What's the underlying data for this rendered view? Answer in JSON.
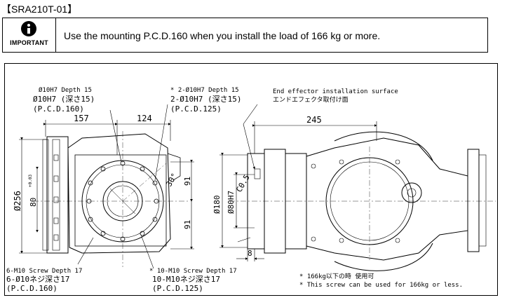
{
  "title": "【SRA210T-01】",
  "notice": {
    "badge": "IMPORTANT",
    "message": "Use the mounting P.C.D.160 when you install the load of 166 kg or more."
  },
  "drawing": {
    "callout_left_top": {
      "line1": "Ø10H7 Depth 15",
      "line2": "Ø10H7 (深さ15)",
      "line3": "(P.C.D.160)"
    },
    "callout_right_top": {
      "line1": "* 2-Ø10H7 Depth 15",
      "line2": "2-Ø10H7 (深さ15)",
      "line3": "(P.C.D.125)"
    },
    "end_effector": {
      "en": "End effector installation surface",
      "jp": "エンドエフェクタ取付け面"
    },
    "dims": {
      "d157": "157",
      "d124": "124",
      "d245": "245",
      "d256": "Ø256",
      "d80": "80",
      "d80tol": "+0.03",
      "d91a": "91",
      "d91b": "91",
      "d30": "30°",
      "d180": "Ø180",
      "d80h7": "Ø80H7",
      "c05": "C0.5",
      "d8": "8"
    },
    "callout_left_bottom": {
      "line1": "6-M10 Screw Depth 17",
      "line2": "6-Ø10ネジ深さ17",
      "line3": "(P.C.D.160)"
    },
    "callout_mid_bottom": {
      "line1": "* 10-M10 Screw Depth 17",
      "line2": "10-M10ネジ深さ17",
      "line3": "(P.C.D.125)"
    },
    "notes": {
      "jp": "* 166kg以下の時 使用可",
      "en": "* This screw can be used for 166kg or less."
    }
  }
}
